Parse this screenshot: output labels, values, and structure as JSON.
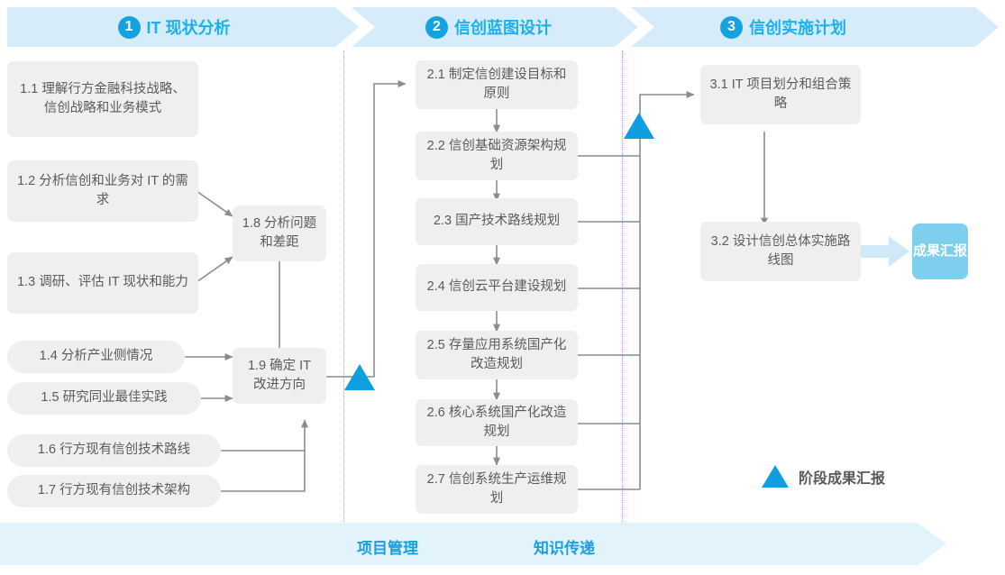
{
  "phases": [
    {
      "num": "1",
      "title": "IT 现状分析"
    },
    {
      "num": "2",
      "title": "信创蓝图设计"
    },
    {
      "num": "3",
      "title": "信创实施计划"
    }
  ],
  "nodes": {
    "n11": "1.1 理解行方金融科技战略、信创战略和业务模式",
    "n12": "1.2 分析信创和业务对 IT 的需求",
    "n13": "1.3 调研、评估 IT 现状和能力",
    "n14": "1.4 分析产业侧情况",
    "n15": "1.5 研究同业最佳实践",
    "n16": "1.6 行方现有信创技术路线",
    "n17": "1.7 行方现有信创技术架构",
    "n18": "1.8 分析问题和差距",
    "n19": "1.9 确定 IT 改进方向",
    "n21": "2.1 制定信创建设目标和原则",
    "n22": "2.2 信创基础资源架构规划",
    "n23": "2.3 国产技术路线规划",
    "n24": "2.4 信创云平台建设规划",
    "n25": "2.5 存量应用系统国产化改造规划",
    "n26": "2.6 核心系统国产化改造规划",
    "n27": "2.7 信创系统生产运维规划",
    "n31": "3.1 IT 项目划分和组合策略",
    "n32": "3.2 设计信创总体实施路线图"
  },
  "output": {
    "label": "成果汇报"
  },
  "legend": {
    "label": "阶段成果汇报"
  },
  "footer": {
    "left": "项目管理",
    "right": "知识传递"
  },
  "colors": {
    "band": "#d6ecfa",
    "accent": "#1eb0ea",
    "circle": "#13a3e3",
    "node_bg": "#efeff0",
    "node_text": "#5b5b5f",
    "output_bg": "#7ecfee",
    "triangle": "#0f9fe0",
    "footer_bg": "#e2f3fc",
    "connector": "#8c8c8c",
    "divider": "#5ec3e8"
  }
}
